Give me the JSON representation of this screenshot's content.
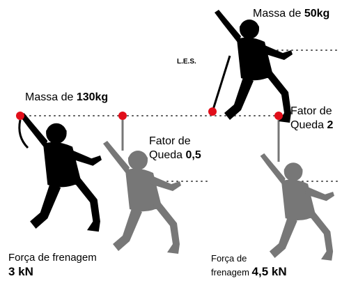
{
  "labels": {
    "mass_large": {
      "prefix": "Massa de ",
      "value": "130kg"
    },
    "mass_small": {
      "prefix": "Massa de ",
      "value": "50kg"
    },
    "les": "L.E.S.",
    "fall_factor_half": {
      "line1": "Fator de",
      "line2_prefix": "Queda ",
      "value": "0,5"
    },
    "fall_factor_two": {
      "line1": "Fator de",
      "line2_prefix": "Queda ",
      "value": "2"
    },
    "braking_force_left": {
      "label": "Força de frenagem",
      "value": "3 kN"
    },
    "braking_force_right": {
      "line1": "Força de",
      "line2_prefix": "frenagem ",
      "value": "4,5 kN"
    }
  },
  "colors": {
    "anchor": "#e10e1a",
    "silhouette_dark": "#000000",
    "silhouette_grey": "#777777",
    "dotted_line": "#555555"
  },
  "icons": {
    "anchor": "red-anchor-dot",
    "climber": "climber-silhouette"
  }
}
